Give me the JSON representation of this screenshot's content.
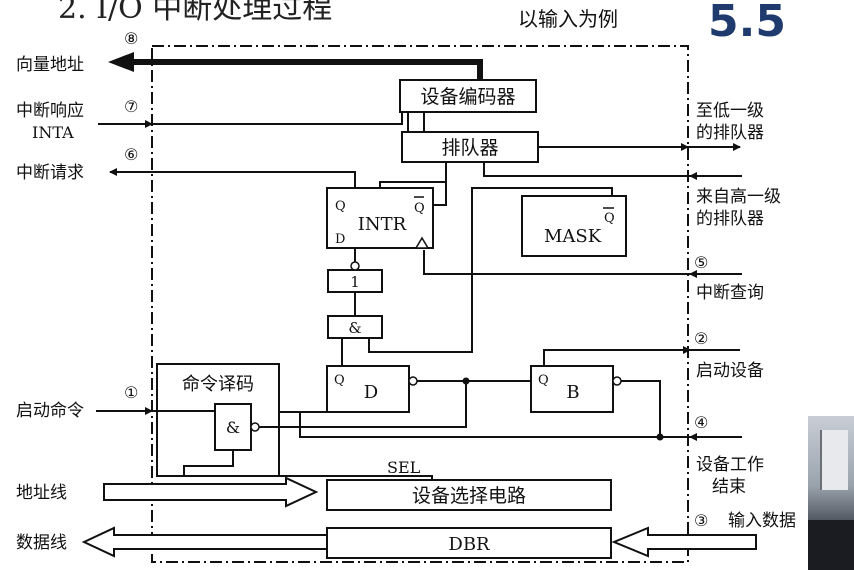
{
  "title": "2. I/O 中断处理过程",
  "subtitle": "以输入为例",
  "badge": "5.5",
  "blocks": {
    "encoder": "设备编码器",
    "queue": "排队器",
    "intr": "INTR",
    "mask": "MASK",
    "or_gate": "1",
    "and_gate": "&",
    "d_ff": "D",
    "b_ff": "B",
    "decoder_title": "命令译码",
    "decoder_and": "&",
    "select_circuit": "设备选择电路",
    "dbr": "DBR",
    "sel": "SEL"
  },
  "pins": {
    "q": "Q",
    "d": "D",
    "qbar": "Q"
  },
  "left_labels": {
    "vector": "向量地址",
    "int_ack": "中断响应",
    "inta": "INTA",
    "int_req": "中断请求",
    "start_cmd": "启动命令",
    "addr_bus": "地址线",
    "data_bus": "数据线"
  },
  "right_labels": {
    "to_lower_1": "至低一级",
    "to_lower_2": "的排队器",
    "from_higher_1": "来自高一级",
    "from_higher_2": "的排队器",
    "int_query": "中断查询",
    "start_dev": "启动设备",
    "dev_done_1": "设备工作",
    "dev_done_2": "结束",
    "input_data": "输入数据"
  },
  "steps": {
    "s1": "①",
    "s2": "②",
    "s3": "③",
    "s4": "④",
    "s5": "⑤",
    "s6": "⑥",
    "s7": "⑦",
    "s8": "⑧"
  }
}
